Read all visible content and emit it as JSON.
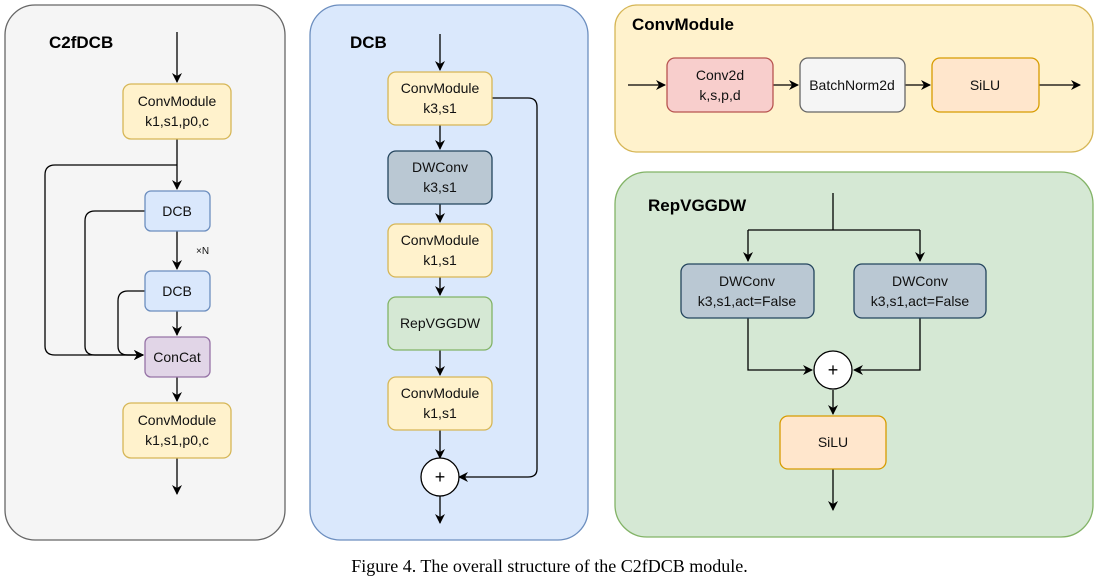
{
  "panels": {
    "c2fdcb": {
      "title": "C2fDCB",
      "conv_top": [
        "ConvModule",
        "k1,s1,p0,c"
      ],
      "dcb_1": "DCB",
      "repeat": "×N",
      "dcb_2": "DCB",
      "concat": "ConCat",
      "conv_bottom": [
        "ConvModule",
        "k1,s1,p0,c"
      ]
    },
    "dcb": {
      "title": "DCB",
      "conv_1": [
        "ConvModule",
        "k3,s1"
      ],
      "dwconv": [
        "DWConv",
        "k3,s1"
      ],
      "conv_2": [
        "ConvModule",
        "k1,s1"
      ],
      "repvggdw": "RepVGGDW",
      "conv_3": [
        "ConvModule",
        "k1,s1"
      ],
      "add": "+"
    },
    "convmodule": {
      "title": "ConvModule",
      "conv2d": [
        "Conv2d",
        "k,s,p,d"
      ],
      "batchnorm": "BatchNorm2d",
      "silu": "SiLU"
    },
    "repvggdw": {
      "title": "RepVGGDW",
      "dwconv_left": [
        "DWConv",
        "k3,s1,act=False"
      ],
      "dwconv_right": [
        "DWConv",
        "k3,s1,act=False"
      ],
      "add": "+",
      "silu": "SiLU"
    }
  },
  "caption": "Figure 4. The overall structure of the C2fDCB module.",
  "colors": {
    "panel_gray_fill": "#f5f5f5",
    "panel_gray_stroke": "#666666",
    "panel_blue_fill": "#dae8fc",
    "panel_blue_stroke": "#6c8ebf",
    "panel_yellow_fill": "#fff2cc",
    "panel_yellow_stroke": "#d6b656",
    "panel_green_fill": "#d5e8d4",
    "panel_green_stroke": "#82b366",
    "node_yellow_fill": "#fff2cc",
    "node_yellow_stroke": "#d6b656",
    "node_blue_fill": "#dae8fc",
    "node_blue_stroke": "#6c8ebf",
    "node_purple_fill": "#e1d5e7",
    "node_purple_stroke": "#9673a6",
    "node_slate_fill": "#bac8d3",
    "node_slate_stroke": "#23445d",
    "node_green_fill": "#d5e8d4",
    "node_green_stroke": "#82b366",
    "node_red_fill": "#f8cecc",
    "node_red_stroke": "#b85450",
    "node_white_fill": "#f5f5f5",
    "node_white_stroke": "#666666",
    "node_orange_fill": "#ffe6cc",
    "node_orange_stroke": "#d79b00"
  }
}
